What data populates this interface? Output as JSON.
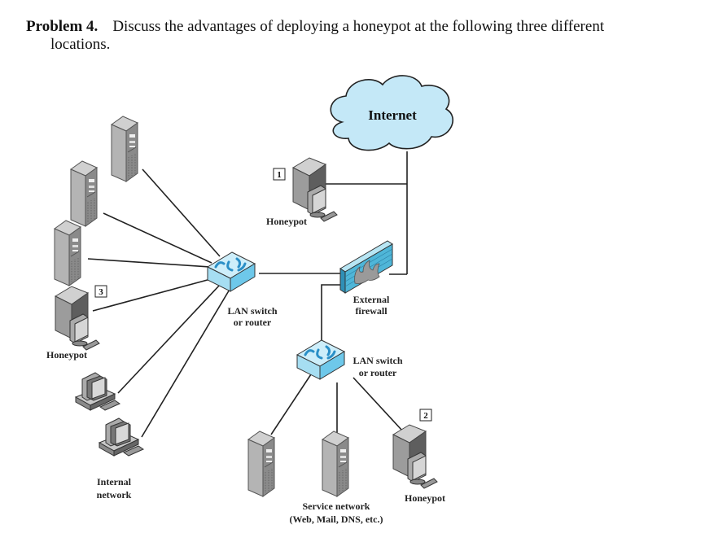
{
  "problem": {
    "label": "Problem 4.",
    "text_line1": "Discuss the advantages of deploying a honeypot at the following three different",
    "text_line2": "locations."
  },
  "diagram": {
    "cloud": {
      "label": "Internet"
    },
    "firewall": {
      "label_line1": "External",
      "label_line2": "firewall"
    },
    "switch_internal": {
      "label_line1": "LAN switch",
      "label_line2": "or router"
    },
    "switch_service": {
      "label_line1": "LAN switch",
      "label_line2": "or router"
    },
    "honeypots": [
      {
        "number": "1",
        "label": "Honeypot"
      },
      {
        "number": "2",
        "label": "Honeypot"
      },
      {
        "number": "3",
        "label": "Honeypot"
      }
    ],
    "internal_network": {
      "label_line1": "Internal",
      "label_line2": "network"
    },
    "service_network": {
      "label_line1": "Service network",
      "label_line2": "(Web, Mail, DNS, etc.)"
    },
    "colors": {
      "cloud_fill": "#c4e8f7",
      "switch_fill": "#bfe6f6",
      "switch_arrow": "#2a8fc7",
      "firewall_fill": "#4fb6d8",
      "server_gray": "#a8a8a8"
    }
  }
}
